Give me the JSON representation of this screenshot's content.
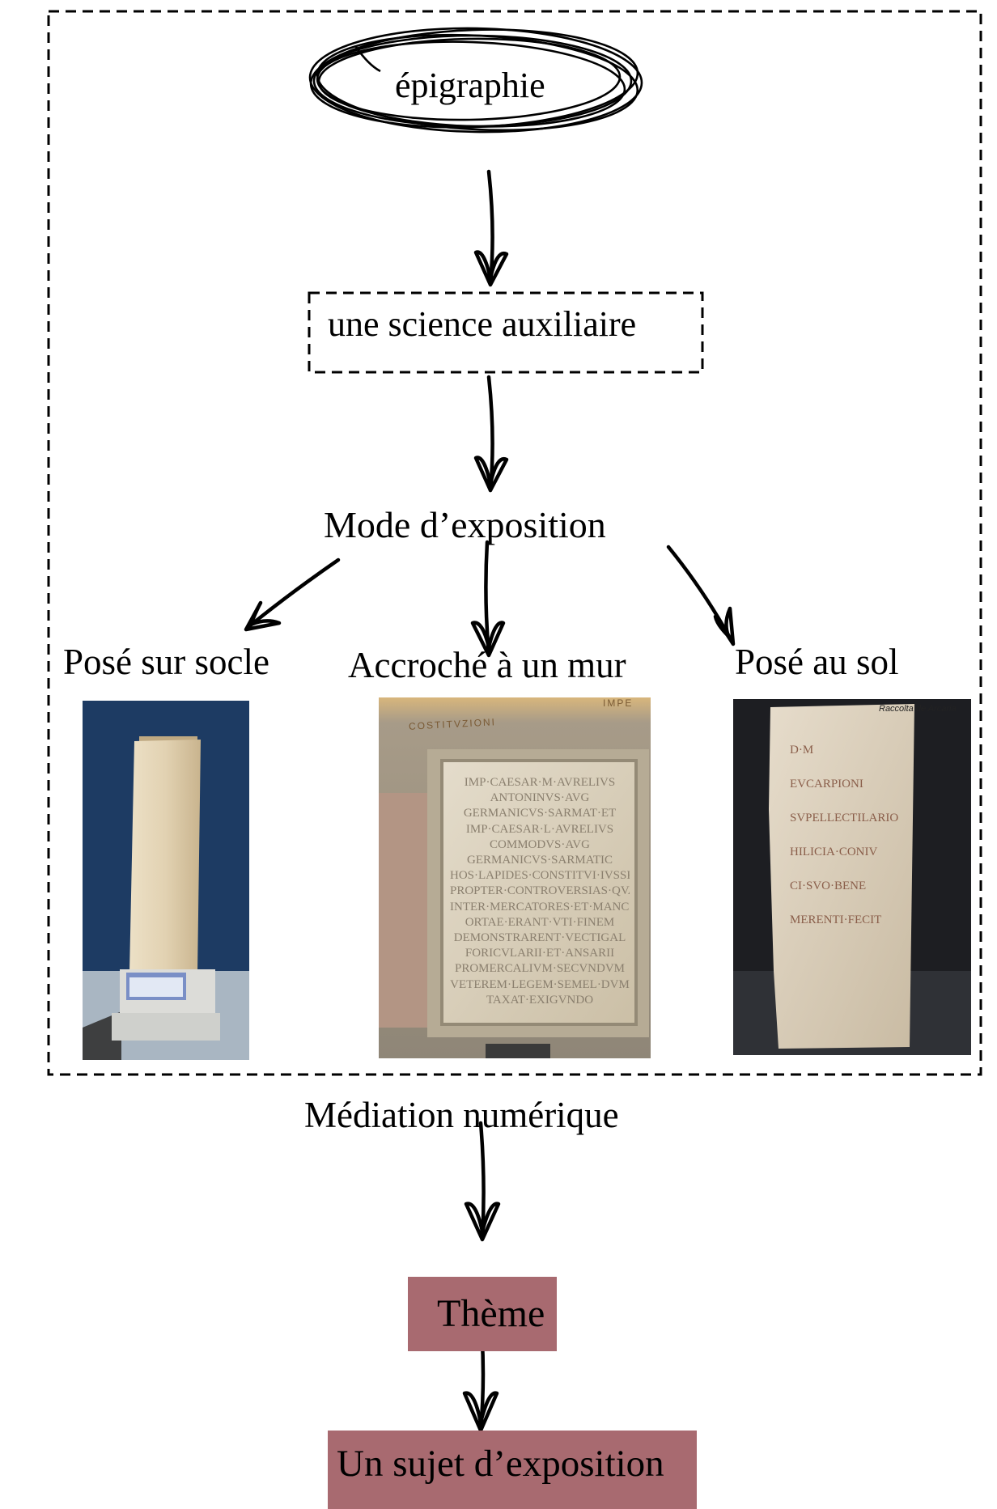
{
  "nodes": {
    "epigraphie": "épigraphie",
    "science": "une science auxiliaire",
    "mode": "Mode d’exposition",
    "socle": "Posé sur socle",
    "mur": "Accroché à un mur",
    "sol": "Posé au sol",
    "mediation": "Médiation numérique",
    "theme": "Thème",
    "sujet": "Un sujet d’exposition"
  },
  "photos": {
    "mur_banner": "COSTITVZIONI",
    "mur_banner_right": "IMPE",
    "mur_inscription": [
      "IMP·CAESAR·M·AVRELIVS",
      "ANTONINVS·AVG",
      "GERMANICVS·SARMAT·ET",
      "IMP·CAESAR·L·AVRELIVS",
      "COMMODVS·AVG",
      "GERMANICVS·SARMATIC",
      "HOS·LAPIDES·CONSTITVI·IVSSERVNT",
      "PROPTER·CONTROVERSIAS·QVAE",
      "INTER·MERCATORES·ET·MANCIP",
      "ORTAE·ERANT·VTI·FINEM",
      "DEMONSTRARENT·VECTIGAL",
      "FORICVLARII·ET·ANSARII",
      "PROMERCALIVM·SECVNDVM",
      "VETEREM·LEGEM·SEMEL·DVM",
      "TAXAT·EXIGVNDO"
    ],
    "sol_inscription": [
      "D·M",
      "EVCARPIONI",
      "SVPELLECTILARIO",
      "HILICIA·CONIV",
      "CI·SVO·BENE",
      "MERENTI·FECIT"
    ],
    "sol_credit": "Raccolta de Arcaria"
  },
  "colors": {
    "box_fill": "#a86a70",
    "stroke": "#000000"
  }
}
